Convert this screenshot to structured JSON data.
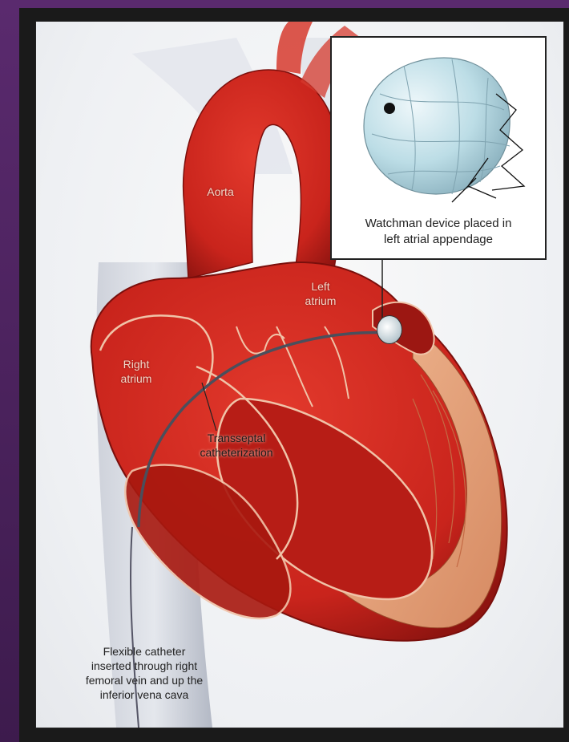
{
  "labels": {
    "aorta": "Aorta",
    "left_atrium": "Left\natrium",
    "right_atrium": "Right\natrium",
    "transseptal": "Transseptal\ncatheterization",
    "flexible_catheter": "Flexible catheter\ninserted through right\nfemoral vein and up the\ninferior vena cava"
  },
  "inset": {
    "caption": "Watchman device placed in\nleft atrial appendage"
  },
  "colors": {
    "heart_red": "#c9241c",
    "heart_dark": "#8e1410",
    "muscle": "#e3a07a",
    "vessel": "#b9bfcc",
    "device": "#bcdde6"
  }
}
